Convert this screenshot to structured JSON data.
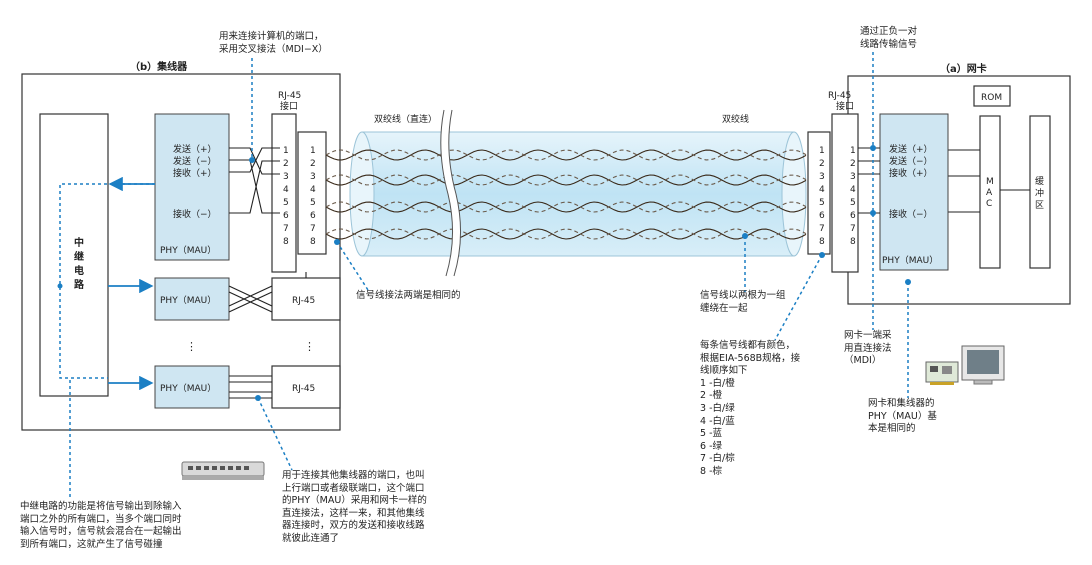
{
  "hub": {
    "title": "（b）集线器",
    "relay_label": "中\n继\n电\n路",
    "phy_top_lines": [
      "发送（+）",
      "发送（−）",
      "接收（+）",
      "接收（−）"
    ],
    "phy_label": "PHY（MAU）",
    "phy2_label": "PHY（MAU）",
    "phy3_label": "PHY（MAU）",
    "rj45_a": "RJ-45",
    "rj45_b": "RJ-45",
    "port_label": "RJ-45\n接口",
    "ellipsis": "⋮"
  },
  "nic": {
    "title": "（a）网卡",
    "rom": "ROM",
    "mac": "M\nA\nC",
    "buffer": "缓\n冲\n区",
    "phy_lines": [
      "发送（+）",
      "发送（−）",
      "接收（+）",
      "接收（−）"
    ],
    "phy_label": "PHY（MAU）",
    "port_label": "RJ-45\n接口"
  },
  "pins": [
    "1",
    "2",
    "3",
    "4",
    "5",
    "6",
    "7",
    "8"
  ],
  "cable": {
    "left_label": "双绞线（直连）",
    "right_label": "双绞线"
  },
  "annotations": {
    "mdix": "用来连接计算机的端口，\n采用交叉接法（MDI−X）",
    "same_ends": "信号线接法两端是相同的",
    "pair": "信号线以两根为一组\n缠绕在一起",
    "colors": "每条信号线都有颜色，\n根据EIA-568B规格，接\n线顺序如下\n1 -白/橙\n2 -橙\n3 -白/绿\n4 -白/蓝\n5 -蓝\n6 -绿\n7 -白/棕\n8 -棕",
    "diff": "通过正负一对\n线路传输信号",
    "mdi": "网卡一端采\n用直连接法\n（MDI）",
    "same_phy": "网卡和集线器的\nPHY（MAU）基\n本是相同的",
    "uplink": "用于连接其他集线器的端口，也叫\n上行端口或者级联端口，这个端口\n的PHY（MAU）采用和网卡一样的\n直连接法，这样一来，和其他集线\n器连接时，双方的发送和接收线路\n就彼此连通了",
    "relay": "中继电路的功能是将信号输出到除输入\n端口之外的所有端口，当多个端口同时\n输入信号时，信号就会混合在一起输出\n到所有端口，这就产生了信号碰撞"
  }
}
